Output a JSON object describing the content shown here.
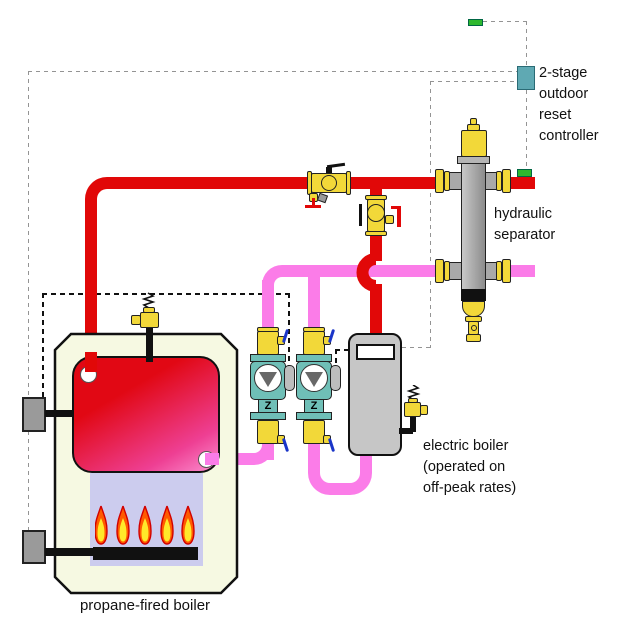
{
  "labels": {
    "controller": "2-stage\noutdoor\nreset\ncontroller",
    "hydraulic_separator": "hydraulic\nseparator",
    "electric_boiler": "electric boiler\n(operated on\noff-peak rates)",
    "propane_boiler": "propane-fired boiler"
  },
  "symbols": {
    "check_valve": "Z"
  },
  "colors": {
    "supply_pipe_red": "#e10808",
    "return_pipe_pink": "#fb7ce8",
    "brass_yellow": "#f2d839",
    "pump_body_teal": "#6fbfb7",
    "separator_gray": "#ababab",
    "boiler_shell_cream": "#f6f9e2",
    "combustion_chamber_lavender": "#ccccee",
    "electric_boiler_gray": "#c6c6c6",
    "controller_teal": "#5fa9b3",
    "sensor_green": "#2eb82e",
    "wire_gray": "#999999",
    "wire_black": "#111111",
    "valve_handle_blue": "#1a35c8"
  },
  "parts": [
    "outdoor-sensor",
    "2-stage-outdoor-reset-controller",
    "supply-temperature-sensor",
    "air-vent",
    "hydraulic-separator",
    "purge-valve",
    "drain-valve",
    "pressure-relief-valve-propane",
    "pressure-relief-valve-electric",
    "circulator-pump-1",
    "circulator-pump-2",
    "electric-boiler",
    "propane-fired-boiler",
    "junction-box-upper",
    "junction-box-lower",
    "burner",
    "flames"
  ]
}
